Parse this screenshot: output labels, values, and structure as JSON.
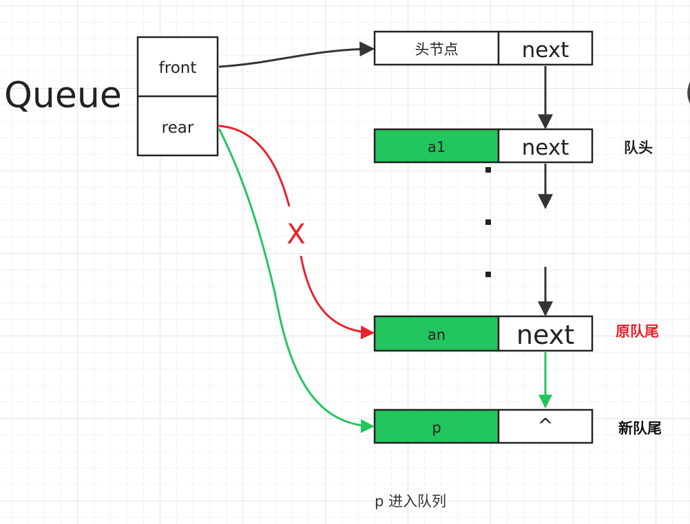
{
  "queue": {
    "title": "Queue",
    "front_label": "front",
    "rear_label": "rear",
    "edge_text": "("
  },
  "nodes": {
    "head": {
      "data": "头节点",
      "next": "next"
    },
    "a1": {
      "data": "a1",
      "next": "next"
    },
    "an": {
      "data": "an",
      "next": "next"
    },
    "p": {
      "data": "p",
      "next": "^"
    }
  },
  "labels": {
    "queue_head": "队头",
    "old_tail": "原队尾",
    "new_tail": "新队尾",
    "removed_mark": "X",
    "caption": "p 进入队列"
  },
  "colors": {
    "node_data_fill": "#22c55e",
    "old_pointer": "#e8212b",
    "new_pointer": "#22c55e",
    "arrow": "#333333",
    "old_tail_text": "#e8212b"
  }
}
